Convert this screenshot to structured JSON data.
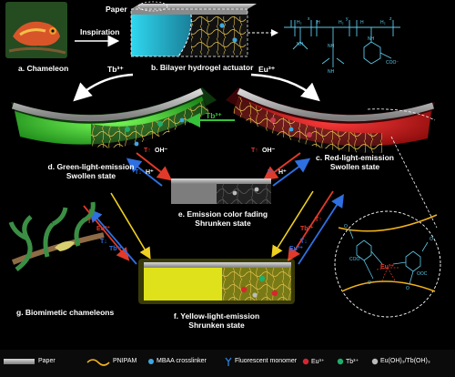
{
  "panels": {
    "a": "a. Chameleon",
    "b": "b. Bilayer hydrogel actuator",
    "c_line1": "c. Red-light-emission",
    "c_line2": "Swollen state",
    "d_line1": "d. Green-light-emission",
    "d_line2": "Swollen state",
    "e_line1": "e. Emission color fading",
    "e_line2": "Shrunken state",
    "f_line1": "f. Yellow-light-emission",
    "f_line2": "Shrunken state",
    "g": "g. Biomimetic chameleons"
  },
  "labels": {
    "paper": "Paper",
    "inspiration": "Inspiration",
    "tb_left": "Tb³⁺",
    "eu_right": "Eu³⁺",
    "tb_arrow": "Tb³⁺",
    "eu_complex": "Eu³⁺"
  },
  "conditions": {
    "d_up_1": "T↑",
    "d_up_2": "OH⁻",
    "d_down_1": "T↓",
    "d_down_2": "H⁺",
    "c_up_1": "T↑",
    "c_up_2": "OH⁻",
    "c_down_1": "T↓",
    "c_down_2": "H⁺",
    "f_left_1": "T↑",
    "f_left_2": "Eu³⁺",
    "f_left_3": "T↓",
    "f_left_4": "Tb³⁺",
    "f_right_1": "T↑",
    "f_right_2": "Tb³⁺",
    "f_right_3": "T↓",
    "f_right_4": "Eu³⁺"
  },
  "legend": {
    "paper": "Paper",
    "pnipam": "PNIPAM",
    "mbaa": "MBAA crosslinker",
    "monomer": "Fluorescent monomer",
    "eu": "Eu³⁺",
    "tb": "Tb³⁺",
    "hydroxide": "Eu(OH)₃/Tb(OH)₃"
  },
  "colors": {
    "green": "#3ee43a",
    "red": "#e8141c",
    "yellow": "#e3e61c",
    "cyan": "#2ec9e6",
    "paper_gray": "#9a9a9a",
    "pnipam": "#f1b21b",
    "mbaa": "#3ea7e0",
    "monomer": "#2f7bd8"
  }
}
